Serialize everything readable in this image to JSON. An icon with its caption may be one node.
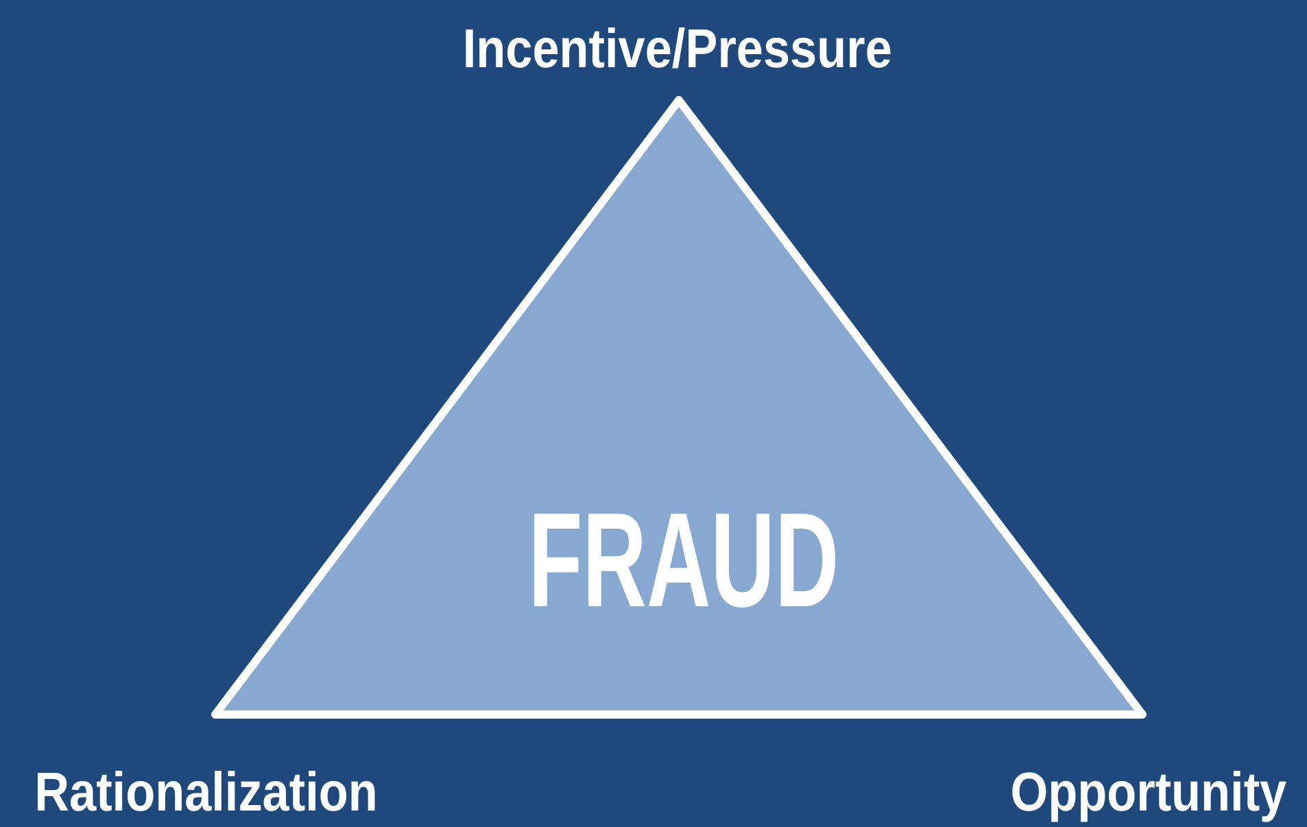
{
  "diagram": {
    "nodes": [
      {
        "text": [
          "FRAUD"
        ]
      }
    ],
    "labels": [
      "Incentive/Pressure",
      "Rationalization",
      "Opportunity"
    ]
  }
}
